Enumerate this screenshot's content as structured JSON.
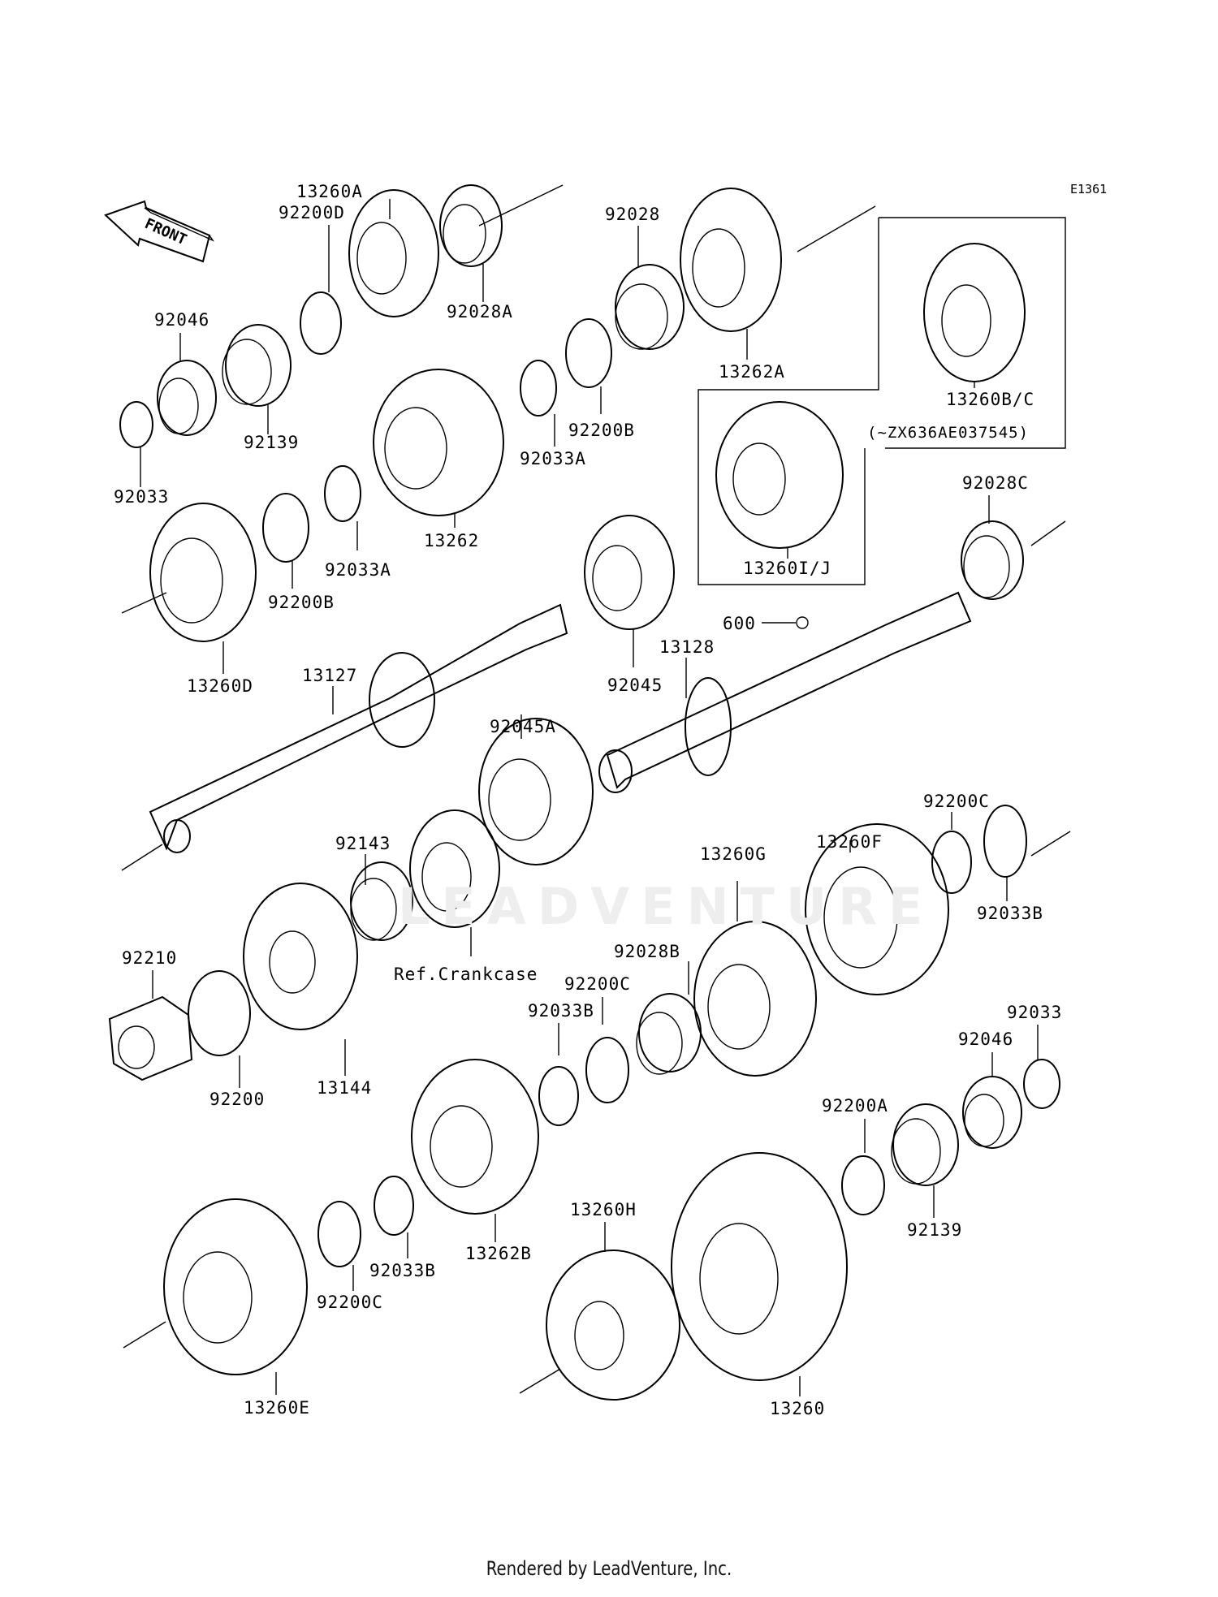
{
  "diagram": {
    "code": "E1361",
    "front_label": "FRONT",
    "reference_text": "Ref.Crankcase",
    "variant_note": "(~ZX636AE037545)",
    "footer": "Rendered by LeadVenture, Inc.",
    "watermark": "LEADVENTURE"
  },
  "parts": [
    {
      "id": "p_13260A",
      "number": "13260A"
    },
    {
      "id": "p_92200D",
      "number": "92200D"
    },
    {
      "id": "p_92028A",
      "number": "92028A"
    },
    {
      "id": "p_92046_top",
      "number": "92046"
    },
    {
      "id": "p_92139_top",
      "number": "92139"
    },
    {
      "id": "p_92033_top",
      "number": "92033"
    },
    {
      "id": "p_92028",
      "number": "92028"
    },
    {
      "id": "p_13262A",
      "number": "13262A"
    },
    {
      "id": "p_92033A_top",
      "number": "92033A"
    },
    {
      "id": "p_92200B_top",
      "number": "92200B"
    },
    {
      "id": "p_13260BC",
      "number": "13260B/C"
    },
    {
      "id": "p_13260IJ",
      "number": "13260I/J"
    },
    {
      "id": "p_13262",
      "number": "13262"
    },
    {
      "id": "p_92033A_mid",
      "number": "92033A"
    },
    {
      "id": "p_92200B_mid",
      "number": "92200B"
    },
    {
      "id": "p_13260D",
      "number": "13260D"
    },
    {
      "id": "p_92028C",
      "number": "92028C"
    },
    {
      "id": "p_600",
      "number": "600"
    },
    {
      "id": "p_13128",
      "number": "13128"
    },
    {
      "id": "p_92045",
      "number": "92045"
    },
    {
      "id": "p_13127",
      "number": "13127"
    },
    {
      "id": "p_92045A",
      "number": "92045A"
    },
    {
      "id": "p_92143",
      "number": "92143"
    },
    {
      "id": "p_13260F",
      "number": "13260F"
    },
    {
      "id": "p_92200C_right",
      "number": "92200C"
    },
    {
      "id": "p_92033B_right",
      "number": "92033B"
    },
    {
      "id": "p_13260G",
      "number": "13260G"
    },
    {
      "id": "p_92028B",
      "number": "92028B"
    },
    {
      "id": "p_92210",
      "number": "92210"
    },
    {
      "id": "p_92200",
      "number": "92200"
    },
    {
      "id": "p_13144",
      "number": "13144"
    },
    {
      "id": "p_92200C_mid",
      "number": "92200C"
    },
    {
      "id": "p_92033B_mid",
      "number": "92033B"
    },
    {
      "id": "p_92033_bottom",
      "number": "92033"
    },
    {
      "id": "p_92046_bottom",
      "number": "92046"
    },
    {
      "id": "p_92200A",
      "number": "92200A"
    },
    {
      "id": "p_92139_bottom",
      "number": "92139"
    },
    {
      "id": "p_13262B",
      "number": "13262B"
    },
    {
      "id": "p_92033B_low",
      "number": "92033B"
    },
    {
      "id": "p_92200C_low",
      "number": "92200C"
    },
    {
      "id": "p_13260H",
      "number": "13260H"
    },
    {
      "id": "p_13260E",
      "number": "13260E"
    },
    {
      "id": "p_13260",
      "number": "13260"
    }
  ]
}
